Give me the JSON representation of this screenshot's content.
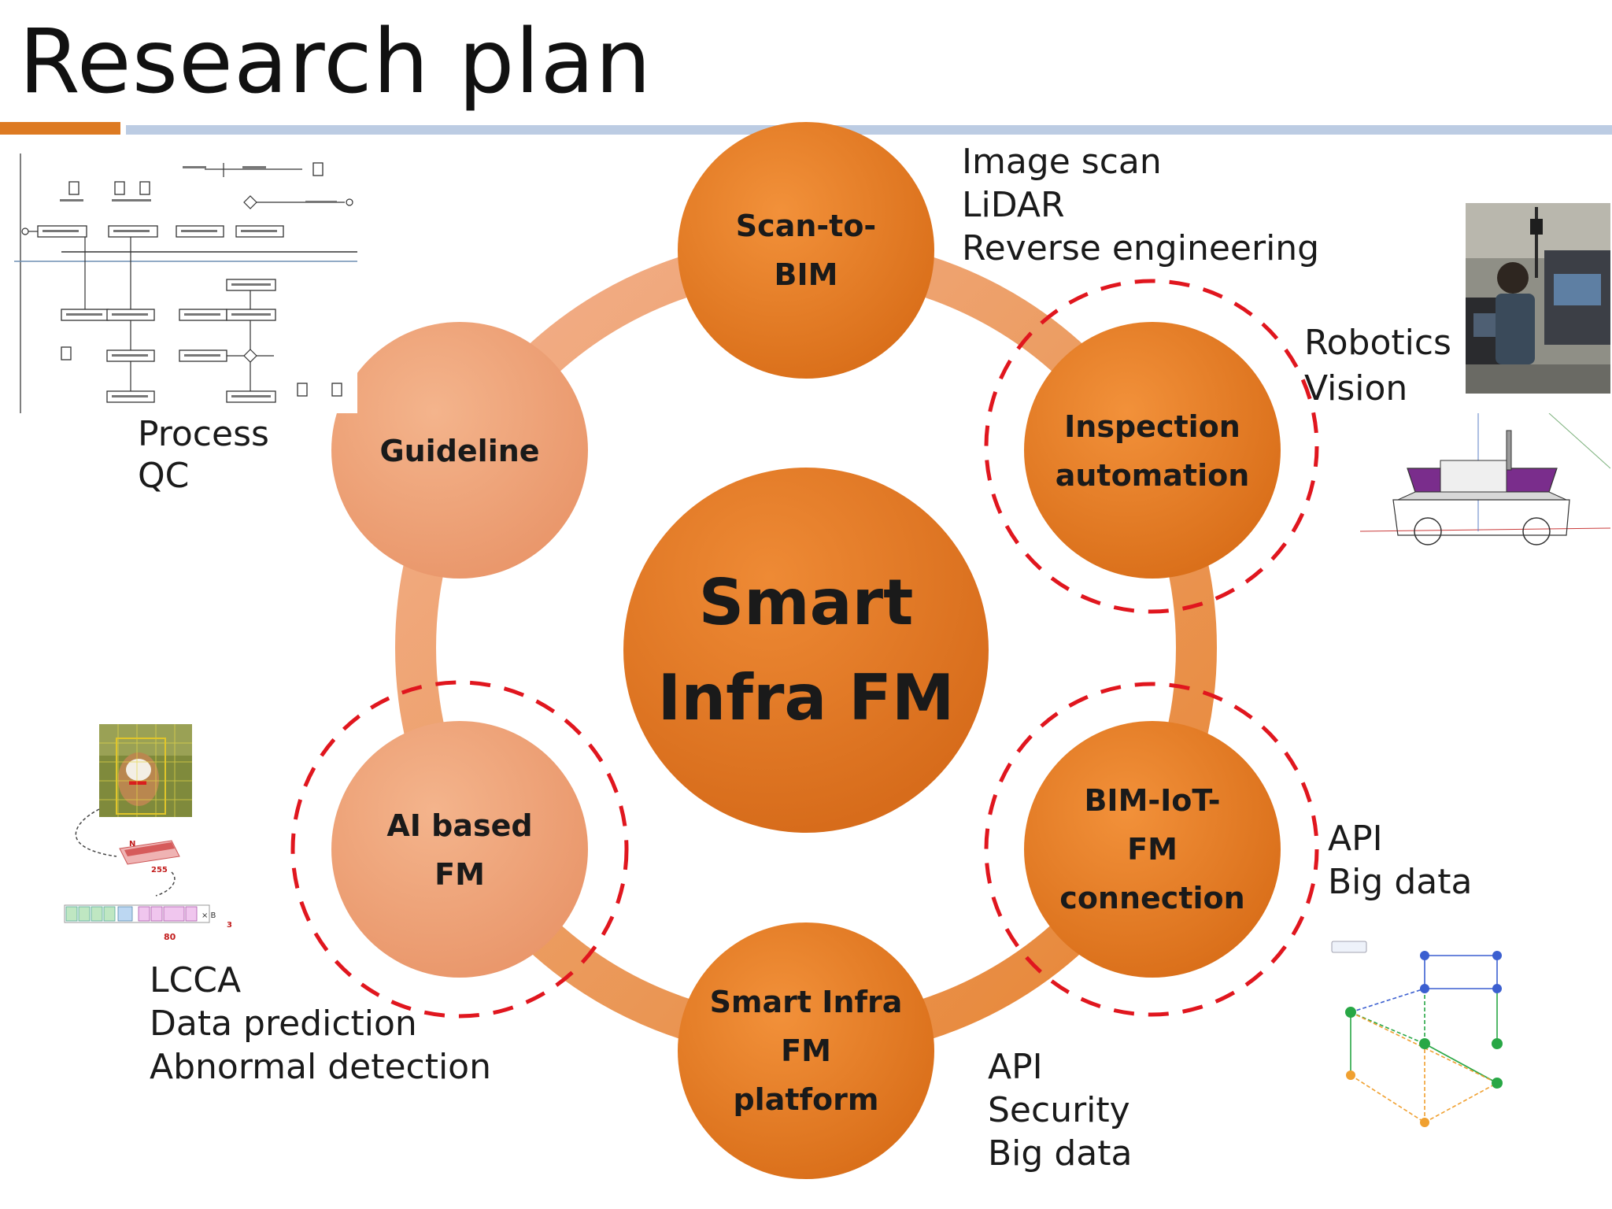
{
  "slide": {
    "title": "Research plan"
  },
  "diagram": {
    "center": {
      "lines": [
        "Smart",
        "Infra FM"
      ]
    },
    "nodes": [
      {
        "id": "scan-to-bim",
        "lines": [
          "Scan-to-",
          "BIM"
        ]
      },
      {
        "id": "inspection-automation",
        "lines": [
          "Inspection",
          "automation"
        ]
      },
      {
        "id": "bim-iot-fm-connection",
        "lines": [
          "BIM-IoT-",
          "FM",
          "connection"
        ]
      },
      {
        "id": "smart-infra-fm-platform",
        "lines": [
          "Smart Infra",
          "FM",
          "platform"
        ]
      },
      {
        "id": "ai-based-fm",
        "lines": [
          "AI based",
          "FM"
        ]
      },
      {
        "id": "guideline",
        "lines": [
          "Guideline"
        ]
      }
    ]
  },
  "annotations": {
    "scan": [
      "Image scan",
      "LiDAR",
      "Reverse engineering"
    ],
    "robotics": [
      "Robotics",
      "Vision"
    ],
    "process": [
      "Process",
      "QC"
    ],
    "api_bigdata": [
      "API",
      "Big data"
    ],
    "ai": [
      "LCCA",
      "Data prediction",
      "Abnormal detection"
    ],
    "platform": [
      "API",
      "Security",
      "Big data"
    ]
  },
  "colors": {
    "title_bar_orange": "#dd7a22",
    "title_bar_blue": "#bccce3",
    "node_dark_orange": "#e67e22",
    "node_light_orange": "#f2a77e",
    "dashed_highlight": "#e0161e"
  }
}
